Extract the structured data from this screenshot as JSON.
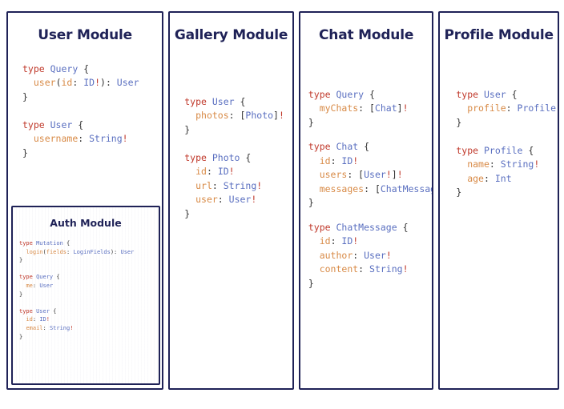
{
  "theme": {
    "border_color": "#1f2257",
    "title_color": "#1f2257",
    "background": "#ffffff",
    "keyword_color": "#c0392b",
    "type_color": "#5a6fc0",
    "field_color": "#d88a46",
    "punct_color": "#333333",
    "bang_color": "#c0392b"
  },
  "modules": [
    {
      "id": "user",
      "title": "User Module",
      "blocks": [
        {
          "lines": [
            [
              {
                "t": "type ",
                "c": "kw"
              },
              {
                "t": "Query",
                "c": "type"
              },
              {
                "t": " {",
                "c": "punct"
              }
            ],
            [
              {
                "t": "  ",
                "c": "punct"
              },
              {
                "t": "user",
                "c": "field"
              },
              {
                "t": "(",
                "c": "punct"
              },
              {
                "t": "id",
                "c": "field"
              },
              {
                "t": ": ",
                "c": "punct"
              },
              {
                "t": "ID",
                "c": "type"
              },
              {
                "t": "!",
                "c": "bang"
              },
              {
                "t": "): ",
                "c": "punct"
              },
              {
                "t": "User",
                "c": "type"
              }
            ],
            [
              {
                "t": "}",
                "c": "punct"
              }
            ]
          ]
        },
        {
          "lines": [
            [
              {
                "t": "type ",
                "c": "kw"
              },
              {
                "t": "User",
                "c": "type"
              },
              {
                "t": " {",
                "c": "punct"
              }
            ],
            [
              {
                "t": "  ",
                "c": "punct"
              },
              {
                "t": "username",
                "c": "field"
              },
              {
                "t": ": ",
                "c": "punct"
              },
              {
                "t": "String",
                "c": "type"
              },
              {
                "t": "!",
                "c": "bang"
              }
            ],
            [
              {
                "t": "}",
                "c": "punct"
              }
            ]
          ]
        }
      ],
      "nested": {
        "id": "auth",
        "title": "Auth Module",
        "blocks": [
          {
            "lines": [
              [
                {
                  "t": "type ",
                  "c": "kw"
                },
                {
                  "t": "Mutation",
                  "c": "type"
                },
                {
                  "t": " {",
                  "c": "punct"
                }
              ],
              [
                {
                  "t": "  ",
                  "c": "punct"
                },
                {
                  "t": "login",
                  "c": "field"
                },
                {
                  "t": "(",
                  "c": "punct"
                },
                {
                  "t": "fields",
                  "c": "field"
                },
                {
                  "t": ": ",
                  "c": "punct"
                },
                {
                  "t": "LoginFields",
                  "c": "type"
                },
                {
                  "t": "): ",
                  "c": "punct"
                },
                {
                  "t": "User",
                  "c": "type"
                }
              ],
              [
                {
                  "t": "}",
                  "c": "punct"
                }
              ]
            ]
          },
          {
            "lines": [
              [
                {
                  "t": "type ",
                  "c": "kw"
                },
                {
                  "t": "Query",
                  "c": "type"
                },
                {
                  "t": " {",
                  "c": "punct"
                }
              ],
              [
                {
                  "t": "  ",
                  "c": "punct"
                },
                {
                  "t": "me",
                  "c": "field"
                },
                {
                  "t": ": ",
                  "c": "punct"
                },
                {
                  "t": "User",
                  "c": "type"
                }
              ],
              [
                {
                  "t": "}",
                  "c": "punct"
                }
              ]
            ]
          },
          {
            "lines": [
              [
                {
                  "t": "type ",
                  "c": "kw"
                },
                {
                  "t": "User",
                  "c": "type"
                },
                {
                  "t": " {",
                  "c": "punct"
                }
              ],
              [
                {
                  "t": "  ",
                  "c": "punct"
                },
                {
                  "t": "id",
                  "c": "field"
                },
                {
                  "t": ": ",
                  "c": "punct"
                },
                {
                  "t": "ID",
                  "c": "type"
                },
                {
                  "t": "!",
                  "c": "bang"
                }
              ],
              [
                {
                  "t": "  ",
                  "c": "punct"
                },
                {
                  "t": "email",
                  "c": "field"
                },
                {
                  "t": ": ",
                  "c": "punct"
                },
                {
                  "t": "String",
                  "c": "type"
                },
                {
                  "t": "!",
                  "c": "bang"
                }
              ],
              [
                {
                  "t": "}",
                  "c": "punct"
                }
              ]
            ]
          }
        ]
      }
    },
    {
      "id": "gallery",
      "title": "Gallery Module",
      "blocks": [
        {
          "lines": [
            [
              {
                "t": "type ",
                "c": "kw"
              },
              {
                "t": "User",
                "c": "type"
              },
              {
                "t": " {",
                "c": "punct"
              }
            ],
            [
              {
                "t": "  ",
                "c": "punct"
              },
              {
                "t": "photos",
                "c": "field"
              },
              {
                "t": ": [",
                "c": "punct"
              },
              {
                "t": "Photo",
                "c": "type"
              },
              {
                "t": "]",
                "c": "punct"
              },
              {
                "t": "!",
                "c": "bang"
              }
            ],
            [
              {
                "t": "}",
                "c": "punct"
              }
            ]
          ]
        },
        {
          "lines": [
            [
              {
                "t": "type ",
                "c": "kw"
              },
              {
                "t": "Photo",
                "c": "type"
              },
              {
                "t": " {",
                "c": "punct"
              }
            ],
            [
              {
                "t": "  ",
                "c": "punct"
              },
              {
                "t": "id",
                "c": "field"
              },
              {
                "t": ": ",
                "c": "punct"
              },
              {
                "t": "ID",
                "c": "type"
              },
              {
                "t": "!",
                "c": "bang"
              }
            ],
            [
              {
                "t": "  ",
                "c": "punct"
              },
              {
                "t": "url",
                "c": "field"
              },
              {
                "t": ": ",
                "c": "punct"
              },
              {
                "t": "String",
                "c": "type"
              },
              {
                "t": "!",
                "c": "bang"
              }
            ],
            [
              {
                "t": "  ",
                "c": "punct"
              },
              {
                "t": "user",
                "c": "field"
              },
              {
                "t": ": ",
                "c": "punct"
              },
              {
                "t": "User",
                "c": "type"
              },
              {
                "t": "!",
                "c": "bang"
              }
            ],
            [
              {
                "t": "}",
                "c": "punct"
              }
            ]
          ]
        }
      ],
      "nested": null
    },
    {
      "id": "chat",
      "title": "Chat Module",
      "blocks": [
        {
          "lines": [
            [
              {
                "t": "type ",
                "c": "kw"
              },
              {
                "t": "Query",
                "c": "type"
              },
              {
                "t": " {",
                "c": "punct"
              }
            ],
            [
              {
                "t": "  ",
                "c": "punct"
              },
              {
                "t": "myChats",
                "c": "field"
              },
              {
                "t": ": [",
                "c": "punct"
              },
              {
                "t": "Chat",
                "c": "type"
              },
              {
                "t": "]",
                "c": "punct"
              },
              {
                "t": "!",
                "c": "bang"
              }
            ],
            [
              {
                "t": "}",
                "c": "punct"
              }
            ]
          ]
        },
        {
          "lines": [
            [
              {
                "t": "type ",
                "c": "kw"
              },
              {
                "t": "Chat",
                "c": "type"
              },
              {
                "t": " {",
                "c": "punct"
              }
            ],
            [
              {
                "t": "  ",
                "c": "punct"
              },
              {
                "t": "id",
                "c": "field"
              },
              {
                "t": ": ",
                "c": "punct"
              },
              {
                "t": "ID",
                "c": "type"
              },
              {
                "t": "!",
                "c": "bang"
              }
            ],
            [
              {
                "t": "  ",
                "c": "punct"
              },
              {
                "t": "users",
                "c": "field"
              },
              {
                "t": ": [",
                "c": "punct"
              },
              {
                "t": "User",
                "c": "type"
              },
              {
                "t": "!",
                "c": "bang"
              },
              {
                "t": "]",
                "c": "punct"
              },
              {
                "t": "!",
                "c": "bang"
              }
            ],
            [
              {
                "t": "  ",
                "c": "punct"
              },
              {
                "t": "messages",
                "c": "field"
              },
              {
                "t": ": [",
                "c": "punct"
              },
              {
                "t": "ChatMessage",
                "c": "type"
              },
              {
                "t": "]",
                "c": "punct"
              },
              {
                "t": "!",
                "c": "bang"
              }
            ],
            [
              {
                "t": "}",
                "c": "punct"
              }
            ]
          ]
        },
        {
          "lines": [
            [
              {
                "t": "type ",
                "c": "kw"
              },
              {
                "t": "ChatMessage",
                "c": "type"
              },
              {
                "t": " {",
                "c": "punct"
              }
            ],
            [
              {
                "t": "  ",
                "c": "punct"
              },
              {
                "t": "id",
                "c": "field"
              },
              {
                "t": ": ",
                "c": "punct"
              },
              {
                "t": "ID",
                "c": "type"
              },
              {
                "t": "!",
                "c": "bang"
              }
            ],
            [
              {
                "t": "  ",
                "c": "punct"
              },
              {
                "t": "author",
                "c": "field"
              },
              {
                "t": ": ",
                "c": "punct"
              },
              {
                "t": "User",
                "c": "type"
              },
              {
                "t": "!",
                "c": "bang"
              }
            ],
            [
              {
                "t": "  ",
                "c": "punct"
              },
              {
                "t": "content",
                "c": "field"
              },
              {
                "t": ": ",
                "c": "punct"
              },
              {
                "t": "String",
                "c": "type"
              },
              {
                "t": "!",
                "c": "bang"
              }
            ],
            [
              {
                "t": "}",
                "c": "punct"
              }
            ]
          ]
        }
      ],
      "nested": null
    },
    {
      "id": "profile",
      "title": "Profile Module",
      "blocks": [
        {
          "lines": [
            [
              {
                "t": "type ",
                "c": "kw"
              },
              {
                "t": "User",
                "c": "type"
              },
              {
                "t": " {",
                "c": "punct"
              }
            ],
            [
              {
                "t": "  ",
                "c": "punct"
              },
              {
                "t": "profile",
                "c": "field"
              },
              {
                "t": ": ",
                "c": "punct"
              },
              {
                "t": "Profile",
                "c": "type"
              },
              {
                "t": "!",
                "c": "bang"
              }
            ],
            [
              {
                "t": "}",
                "c": "punct"
              }
            ]
          ]
        },
        {
          "lines": [
            [
              {
                "t": "type ",
                "c": "kw"
              },
              {
                "t": "Profile",
                "c": "type"
              },
              {
                "t": " {",
                "c": "punct"
              }
            ],
            [
              {
                "t": "  ",
                "c": "punct"
              },
              {
                "t": "name",
                "c": "field"
              },
              {
                "t": ": ",
                "c": "punct"
              },
              {
                "t": "String",
                "c": "type"
              },
              {
                "t": "!",
                "c": "bang"
              }
            ],
            [
              {
                "t": "  ",
                "c": "punct"
              },
              {
                "t": "age",
                "c": "field"
              },
              {
                "t": ": ",
                "c": "punct"
              },
              {
                "t": "Int",
                "c": "type"
              }
            ],
            [
              {
                "t": "}",
                "c": "punct"
              }
            ]
          ]
        }
      ],
      "nested": null
    }
  ]
}
